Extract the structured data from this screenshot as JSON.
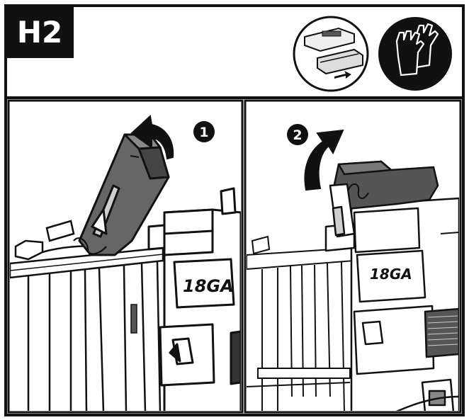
{
  "header": {
    "section_code": "H2",
    "icons": [
      "magazine-slide-icon",
      "gloves-icon"
    ]
  },
  "panels": [
    {
      "step": "1",
      "gauge_label": "18GA",
      "action": "lift-latch"
    },
    {
      "step": "2",
      "gauge_label": "18GA",
      "action": "lift-cover"
    }
  ],
  "colors": {
    "ink": "#111111",
    "paper": "#ffffff",
    "fill_gray": "#555555",
    "light_gray": "#cfcfcf"
  }
}
